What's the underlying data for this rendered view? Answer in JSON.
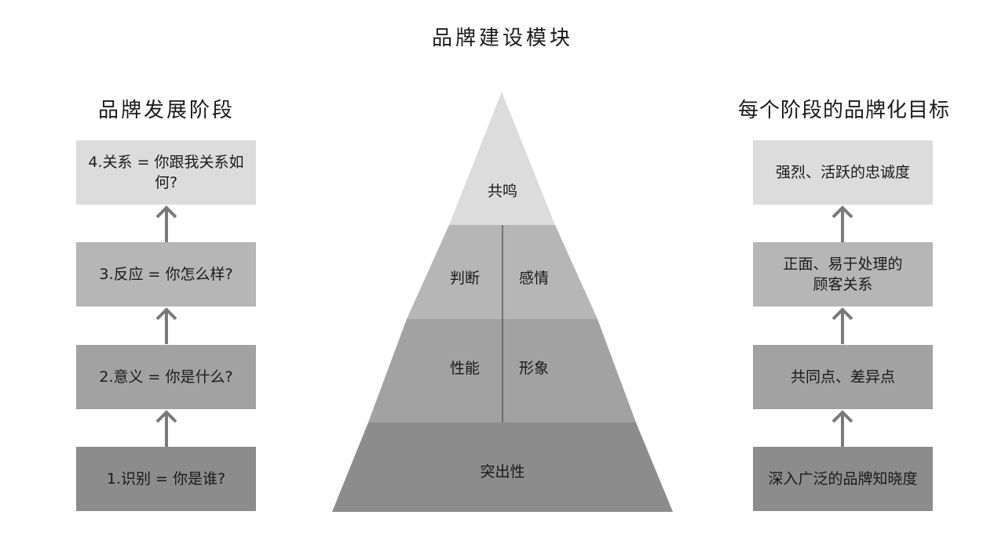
{
  "title": "品牌建设模块",
  "left_column": {
    "title": "品牌发展阶段",
    "stages": [
      {
        "label": "1.识别 = 你是谁?"
      },
      {
        "label": "2.意义 = 你是什么?"
      },
      {
        "label": "3.反应 = 你怎么样?"
      },
      {
        "label": "4.关系 = 你跟我关系如何?"
      }
    ]
  },
  "pyramid": {
    "top": "共鸣",
    "upper_left": "判断",
    "upper_right": "感情",
    "lower_left": "性能",
    "lower_right": "形象",
    "base": "突出性"
  },
  "right_column": {
    "title": "每个阶段的品牌化目标",
    "goals": [
      {
        "label": "深入广泛的品牌知晓度"
      },
      {
        "label": "共同点、差异点"
      },
      {
        "label": "正面、易于处理的\n顾客关系"
      },
      {
        "label": "强烈、活跃的忠诚度"
      }
    ]
  },
  "colors": {
    "level1": "#8c8c8c",
    "level2": "#a2a2a2",
    "level3": "#b6b6b6",
    "level4": "#dcdcdc",
    "arrow": "#7a7a7a"
  }
}
